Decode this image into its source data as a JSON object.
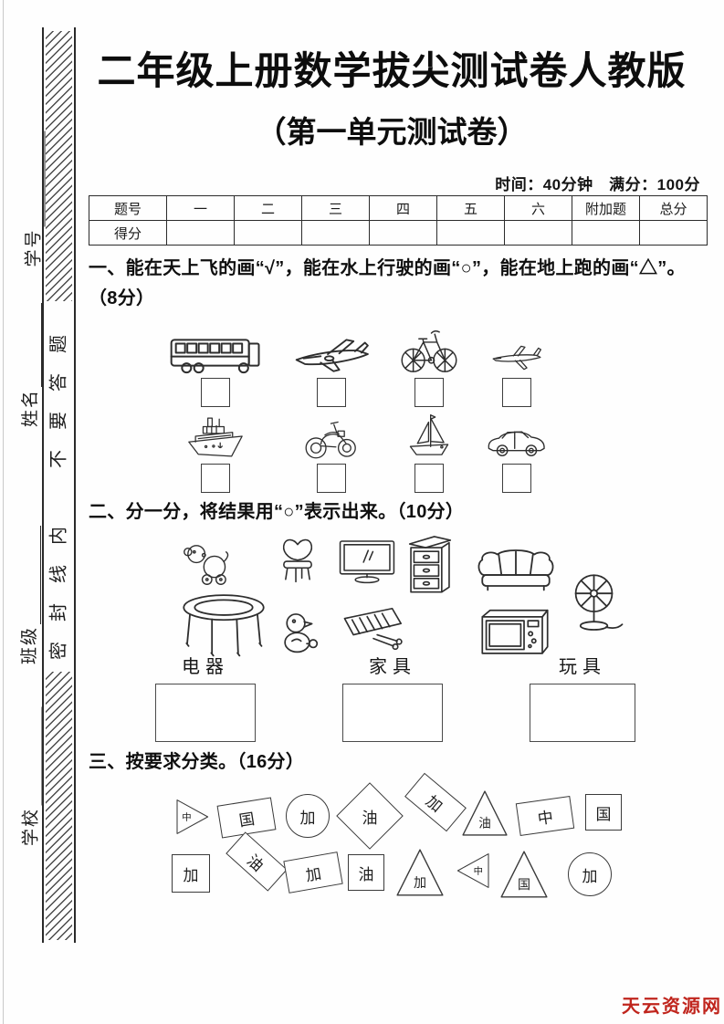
{
  "header": {
    "title": "二年级上册数学拔尖测试卷人教版",
    "subtitle": "（第一单元测试卷）",
    "meta": "时间：40分钟　满分：100分"
  },
  "seal": {
    "phrase": "密封线内　不要答题",
    "fields": [
      {
        "label": "学号"
      },
      {
        "label": "姓名"
      },
      {
        "label": "班级"
      },
      {
        "label": "学校"
      }
    ]
  },
  "score_table": {
    "corner": "题号",
    "columns": [
      "一",
      "二",
      "三",
      "四",
      "五",
      "六",
      "附加题",
      "总分"
    ],
    "score_row_label": "得分",
    "scores": [
      "",
      "",
      "",
      "",
      "",
      "",
      "",
      ""
    ]
  },
  "q1": {
    "text": "一、能在天上飞的画“√”，能在水上行驶的画“○”，能在地上跑的画“△”。（8分）",
    "items": [
      {
        "icon": "bus-icon"
      },
      {
        "icon": "airliner-icon"
      },
      {
        "icon": "bicycle-icon"
      },
      {
        "icon": "jet-plane-icon"
      },
      {
        "icon": "steamship-icon"
      },
      {
        "icon": "motorcycle-icon"
      },
      {
        "icon": "sailboat-icon"
      },
      {
        "icon": "car-icon"
      }
    ]
  },
  "q2": {
    "text": "二、分一分，将结果用“○”表示出来。（10分）",
    "items": [
      {
        "icon": "toy-dog-icon"
      },
      {
        "icon": "chair-icon"
      },
      {
        "icon": "tv-icon"
      },
      {
        "icon": "cabinet-icon"
      },
      {
        "icon": "sofa-icon"
      },
      {
        "icon": "fan-icon"
      },
      {
        "icon": "table-icon"
      },
      {
        "icon": "toy-duck-icon"
      },
      {
        "icon": "xylophone-icon"
      },
      {
        "icon": "microwave-icon"
      }
    ],
    "categories": [
      {
        "label": "电器"
      },
      {
        "label": "家具"
      },
      {
        "label": "玩具"
      }
    ]
  },
  "q3": {
    "text": "三、按要求分类。（16分）",
    "shapes": [
      {
        "shape": "triangle-right",
        "label": "中"
      },
      {
        "shape": "rect",
        "label": "国"
      },
      {
        "shape": "circle",
        "label": "加"
      },
      {
        "shape": "diamond",
        "label": "油"
      },
      {
        "shape": "rect",
        "label": "加"
      },
      {
        "shape": "triangle-up",
        "label": "油"
      },
      {
        "shape": "rect",
        "label": "中"
      },
      {
        "shape": "square",
        "label": "国"
      },
      {
        "shape": "square",
        "label": "加"
      },
      {
        "shape": "rect",
        "label": "油"
      },
      {
        "shape": "rect",
        "label": "加"
      },
      {
        "shape": "square",
        "label": "油"
      },
      {
        "shape": "triangle-up",
        "label": "加"
      },
      {
        "shape": "triangle-left",
        "label": "中"
      },
      {
        "shape": "triangle-up",
        "label": "国"
      },
      {
        "shape": "circle",
        "label": "加"
      }
    ]
  },
  "watermark": {
    "text": "天云资源网",
    "color": "#c0251d"
  }
}
